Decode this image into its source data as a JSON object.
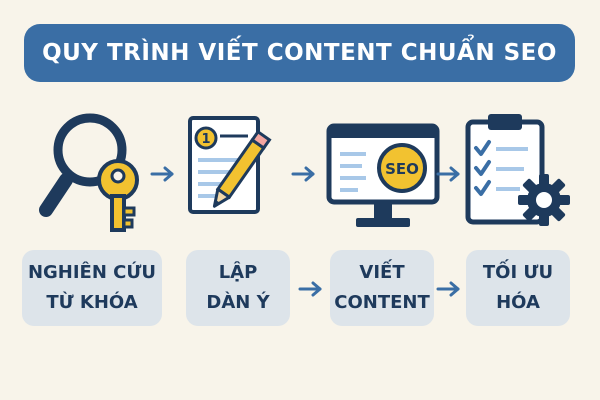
{
  "title": "QUY TRÌNH VIẾT CONTENT CHUẨN SEO",
  "colors": {
    "background": "#f8f4ea",
    "title_bar": "#3a6ea5",
    "title_text": "#ffffff",
    "step_box": "#dde4ea",
    "step_text": "#1e3a5c",
    "outline": "#1e3a5c",
    "accent_yellow": "#f2c230",
    "light_blue": "#a8c8e8",
    "arrow": "#3a6ea5"
  },
  "steps": [
    {
      "icon": "magnifier-key-icon",
      "lines": [
        "NGHIÊN CỨU",
        "TỪ KHÓA"
      ]
    },
    {
      "icon": "outline-pencil-icon",
      "badge": "1",
      "lines": [
        "LẬP",
        "DÀN Ý"
      ]
    },
    {
      "icon": "monitor-seo-icon",
      "badge": "SEO",
      "lines": [
        "VIẾT",
        "CONTENT"
      ]
    },
    {
      "icon": "clipboard-gear-icon",
      "lines": [
        "TỐI ƯU",
        "HÓA"
      ]
    }
  ]
}
